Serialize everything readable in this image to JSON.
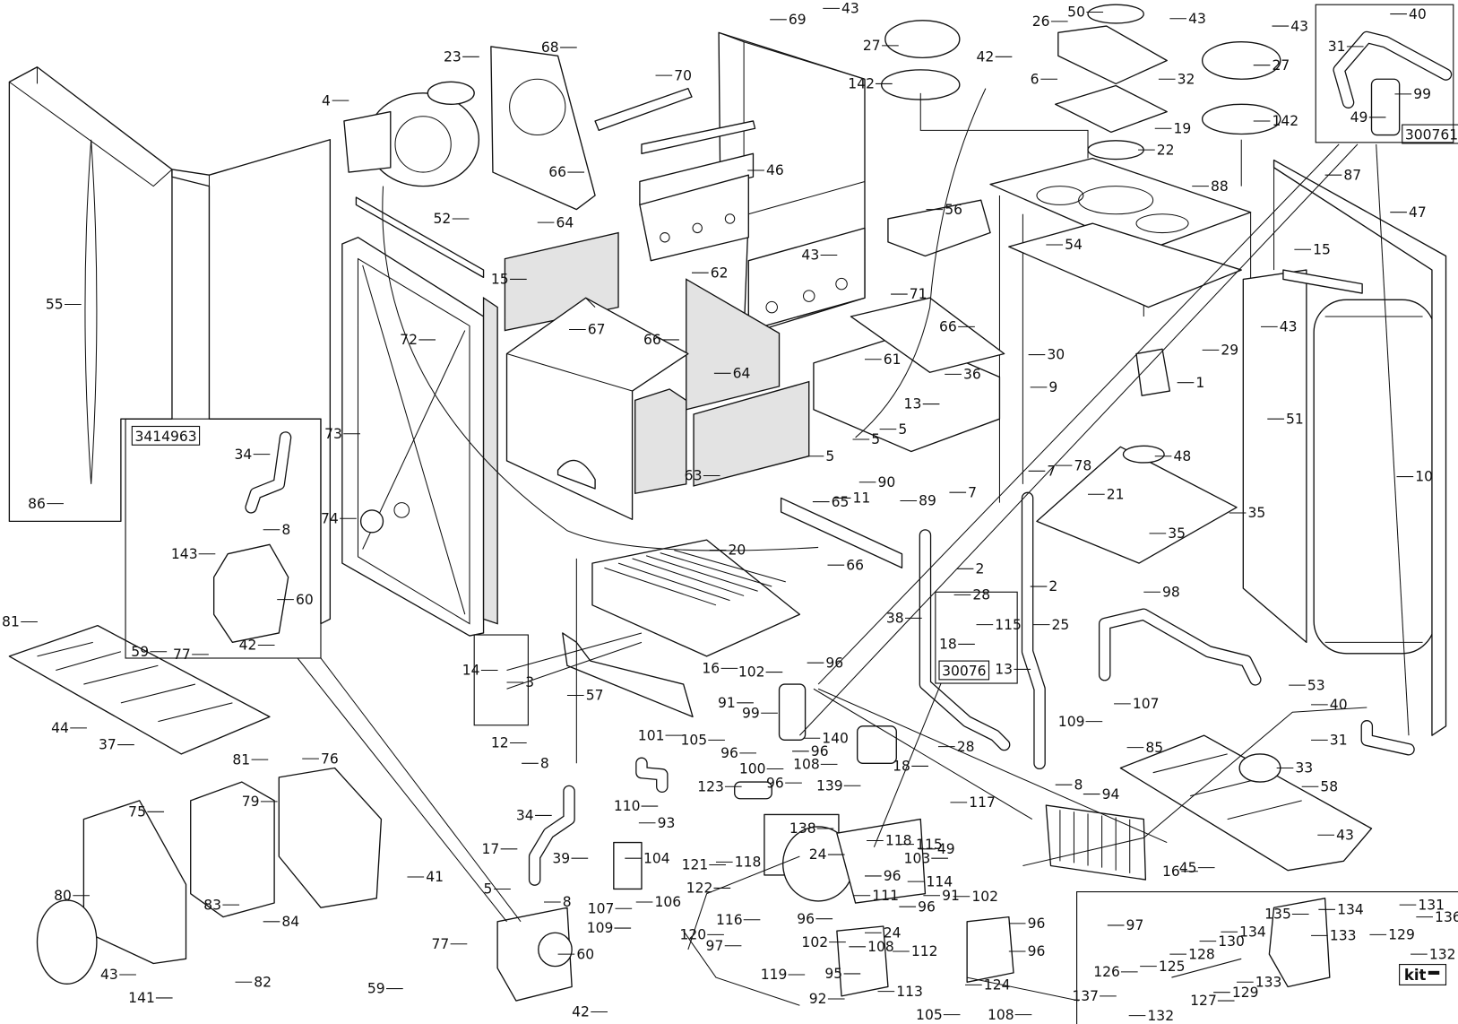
{
  "diagram": {
    "kit_numbers": [
      "300761",
      "3414963",
      "30076"
    ],
    "kit_legend": "kit",
    "part_labels": [
      "43",
      "50",
      "43",
      "26",
      "69",
      "68",
      "23",
      "70",
      "27",
      "42",
      "6",
      "32",
      "142",
      "4",
      "19",
      "22",
      "142",
      "27",
      "43",
      "40",
      "31",
      "99",
      "49",
      "66",
      "46",
      "87",
      "88",
      "47",
      "52",
      "64",
      "56",
      "43",
      "54",
      "15",
      "62",
      "15",
      "55",
      "71",
      "43",
      "66",
      "67",
      "66",
      "72",
      "30",
      "29",
      "64",
      "61",
      "36",
      "9",
      "1",
      "13",
      "51",
      "73",
      "5",
      "5",
      "34",
      "5",
      "48",
      "7",
      "78",
      "10",
      "63",
      "90",
      "7",
      "11",
      "89",
      "21",
      "86",
      "65",
      "74",
      "35",
      "8",
      "35",
      "20",
      "143",
      "2",
      "66",
      "28",
      "2",
      "98",
      "60",
      "81",
      "38",
      "25",
      "18",
      "115",
      "59",
      "77",
      "42",
      "14",
      "13",
      "16",
      "102",
      "96",
      "3",
      "53",
      "91",
      "99",
      "107",
      "57",
      "44",
      "40",
      "109",
      "37",
      "105",
      "96",
      "108",
      "140",
      "101",
      "31",
      "12",
      "8",
      "33",
      "96",
      "100",
      "96",
      "81",
      "76",
      "85",
      "8",
      "28",
      "18",
      "117",
      "123",
      "139",
      "94",
      "58",
      "79",
      "110",
      "93",
      "75",
      "34",
      "138",
      "118",
      "115",
      "49",
      "17",
      "24",
      "104",
      "39",
      "121",
      "118",
      "103",
      "43",
      "16",
      "45",
      "41",
      "5",
      "114",
      "122",
      "96",
      "102",
      "106",
      "8",
      "111",
      "91",
      "80",
      "107",
      "96",
      "96",
      "83",
      "84",
      "116",
      "96",
      "24",
      "109",
      "97",
      "135",
      "134",
      "131",
      "136",
      "120",
      "60",
      "112",
      "108",
      "102",
      "97",
      "133",
      "129",
      "132",
      "128",
      "130",
      "134",
      "125",
      "126",
      "96",
      "77",
      "82",
      "141",
      "43",
      "119",
      "95",
      "113",
      "124",
      "133",
      "129",
      "59",
      "92",
      "137",
      "127",
      "132",
      "105",
      "108",
      "42"
    ]
  }
}
